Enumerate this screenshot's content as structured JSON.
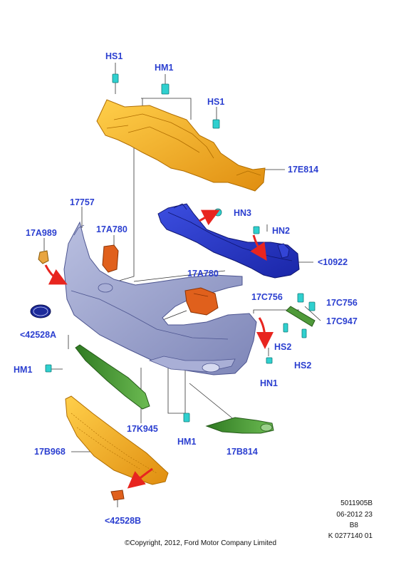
{
  "labels": {
    "hs1_top": "HS1",
    "hm1_top": "HM1",
    "hs1_right": "HS1",
    "p17e814": "17E814",
    "p17757": "17757",
    "p17a780_left": "17A780",
    "p17a989": "17A989",
    "hn3": "HN3",
    "hn2": "HN2",
    "p10922": "<10922",
    "p17a780_center": "17A780",
    "p17c756_left": "17C756",
    "p17c756_right": "17C756",
    "p17c947": "17C947",
    "p42528a": "<42528A",
    "hs2_left": "HS2",
    "hs2_right": "HS2",
    "hn1": "HN1",
    "hm1_left": "HM1",
    "p17k945": "17K945",
    "hm1_bottom": "HM1",
    "p17b814": "17B814",
    "p17b968": "17B968",
    "p42528b": "<42528B"
  },
  "meta": {
    "line1": "5011905B",
    "line2": "06-2012 23",
    "line3": "B8",
    "line4": "K 0277140 01"
  },
  "copyright": "©Copyright, 2012, Ford Motor Company Limited",
  "colors": {
    "label_text": "#2b3fd0",
    "absorber_orange": "#f2a31a",
    "bumper_cover": "#8f97c4",
    "reinforcement_blue": "#2433c8",
    "bracket_orange": "#e0601c",
    "grille_green": "#4f9a3a",
    "fastener_cyan": "#2fd0cf",
    "arrow_red": "#e8251f"
  },
  "icons": {
    "ford_badge": "ford-oval-badge-icon"
  }
}
